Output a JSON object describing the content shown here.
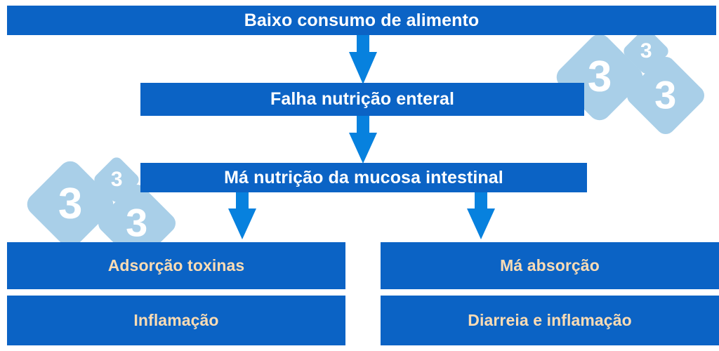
{
  "diagram": {
    "title_text": "Baixo consumo de alimento",
    "palette": {
      "box_fill": "#0b63c5",
      "arrow_fill": "#0781de",
      "text_primary": "#ffffff",
      "text_cream": "#fbdcb4",
      "watermark_fill": "#a9cfe8",
      "watermark_numeral": "#ffffff",
      "background": "#ffffff"
    },
    "nodes": [
      {
        "id": "n1",
        "label": "Baixo consumo de alimento",
        "level": 1,
        "text_color": "white"
      },
      {
        "id": "n2",
        "label": "Falha nutrição enteral",
        "level": 2,
        "text_color": "white"
      },
      {
        "id": "n3",
        "label": "Má nutrição da mucosa intestinal",
        "level": 3,
        "text_color": "white"
      },
      {
        "id": "n4",
        "label": "Adsorção toxinas",
        "level": 4,
        "text_color": "cream",
        "branch": "left"
      },
      {
        "id": "n5",
        "label": "Má absorção",
        "level": 4,
        "text_color": "cream",
        "branch": "right"
      },
      {
        "id": "n6",
        "label": "Inflamação",
        "level": 5,
        "text_color": "cream",
        "branch": "left"
      },
      {
        "id": "n7",
        "label": "Diarreia e inflamação",
        "level": 5,
        "text_color": "cream",
        "branch": "right"
      }
    ],
    "edges": [
      {
        "id": "e1",
        "from": "n1",
        "to": "n2",
        "direction": "down"
      },
      {
        "id": "e2",
        "from": "n2",
        "to": "n3",
        "direction": "down"
      },
      {
        "id": "e3",
        "from": "n3",
        "to": "n4",
        "direction": "down"
      },
      {
        "id": "e4",
        "from": "n3",
        "to": "n5",
        "direction": "down"
      }
    ],
    "watermarks": [
      {
        "id": "w1",
        "numeral": "3",
        "size": "big",
        "cluster": "top-right"
      },
      {
        "id": "w2",
        "numeral": "3",
        "size": "small",
        "cluster": "top-right"
      },
      {
        "id": "w3",
        "numeral": "3",
        "size": "mid",
        "cluster": "top-right"
      },
      {
        "id": "w4",
        "numeral": "3",
        "size": "big",
        "cluster": "mid-left"
      },
      {
        "id": "w5",
        "numeral": "3",
        "size": "small",
        "cluster": "mid-left"
      },
      {
        "id": "w6",
        "numeral": "3",
        "size": "mid",
        "cluster": "mid-left"
      }
    ]
  }
}
